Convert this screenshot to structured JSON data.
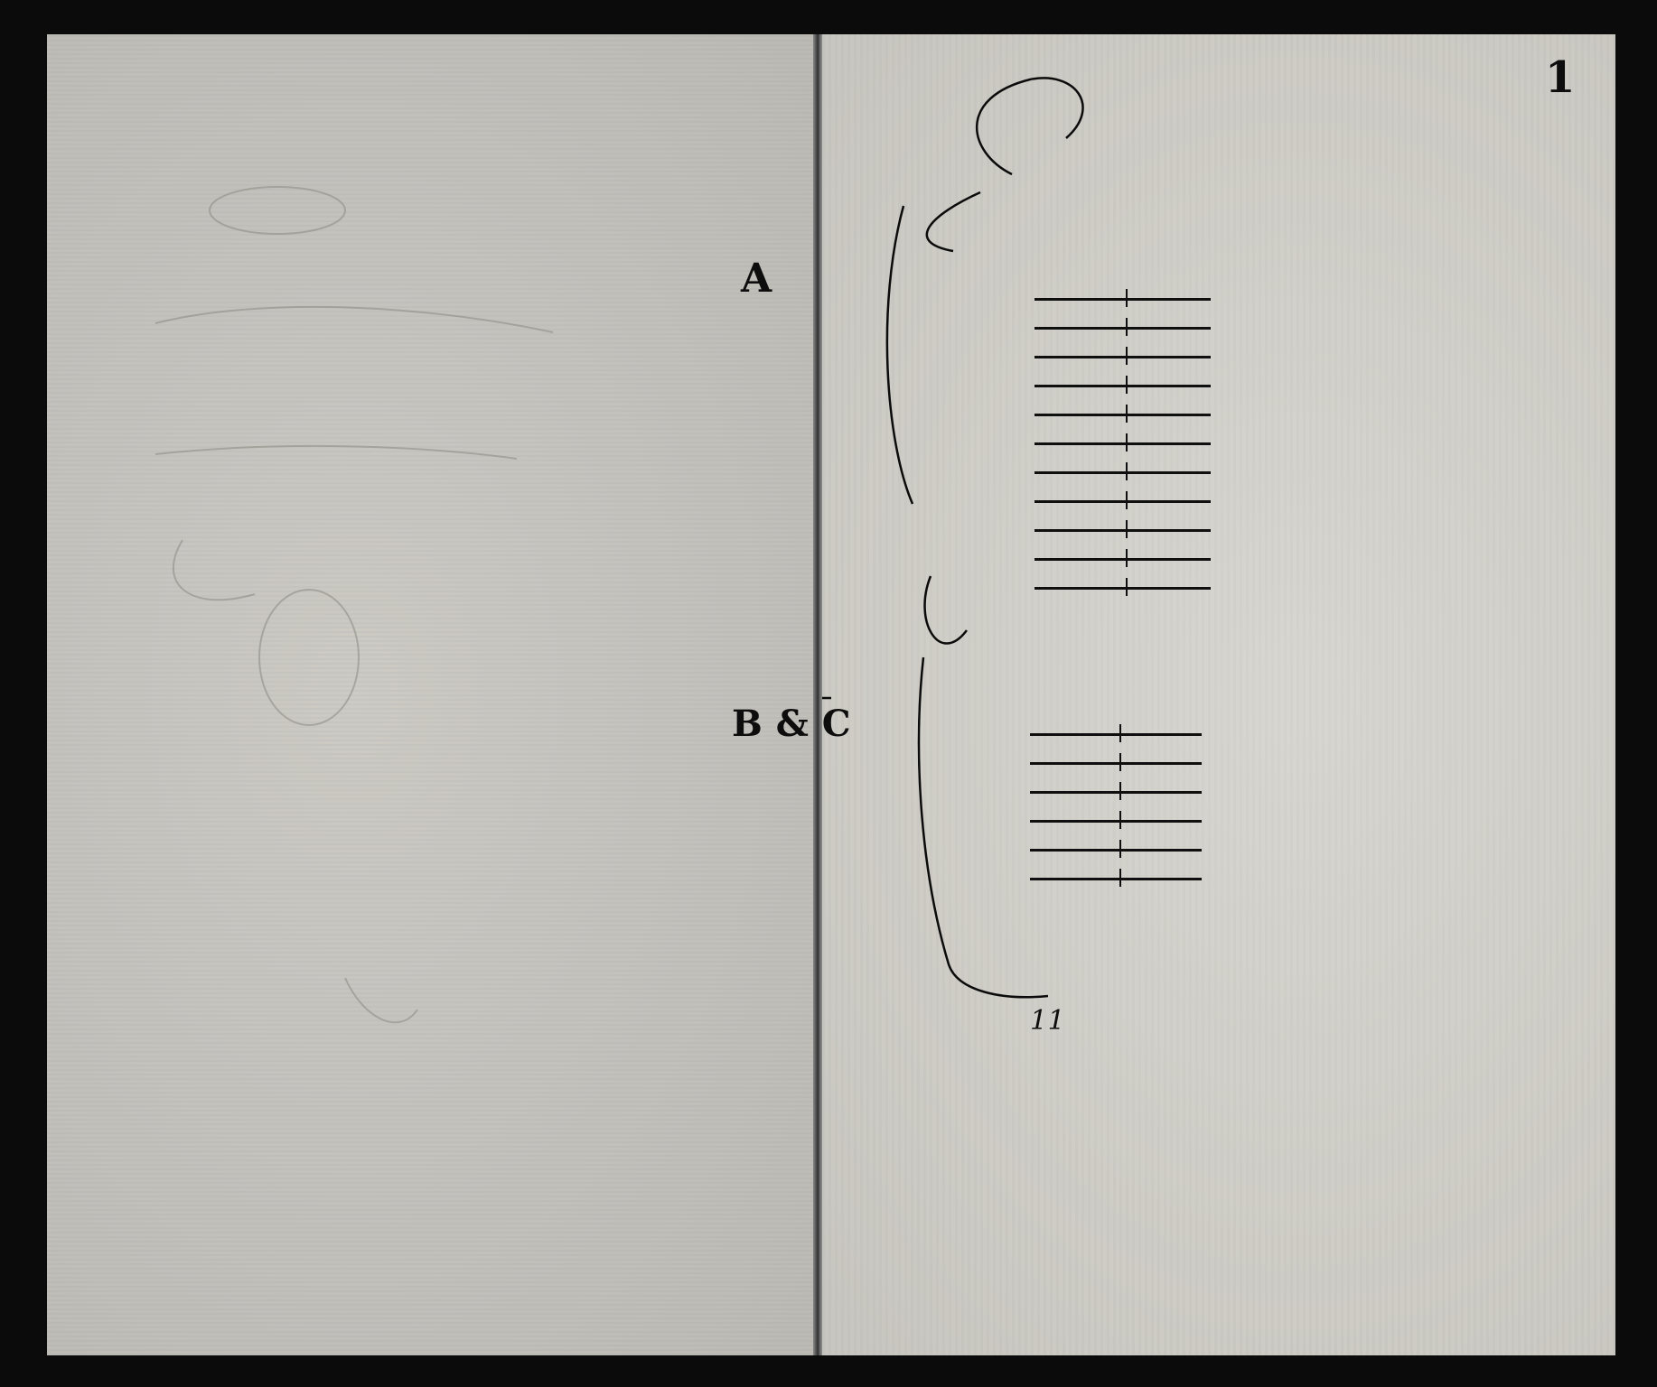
{
  "left_page": {
    "ghost_lines": [
      "",
      "",
      "",
      "",
      "",
      ""
    ]
  },
  "right_page": {
    "corner_number": "1",
    "heading": "",
    "section_a": {
      "letter": "A",
      "title_lines": [
        "",
        "",
        ""
      ],
      "rows": [
        {
          "label": "",
          "value": ""
        },
        {
          "label": "",
          "value": ""
        },
        {
          "label": "",
          "value": ""
        },
        {
          "label": "",
          "value": ""
        },
        {
          "label": "",
          "value": ""
        },
        {
          "label": "",
          "value": ""
        },
        {
          "label": "",
          "value": ""
        },
        {
          "label": "",
          "value": ""
        },
        {
          "label": "",
          "value": ""
        },
        {
          "label": "",
          "value": ""
        },
        {
          "label": "",
          "value": ""
        }
      ]
    },
    "margin_note_lines": [
      "",
      "",
      "",
      "",
      "",
      ""
    ],
    "section_bc": {
      "letters": "B & C",
      "title_lines": [
        "",
        "",
        "",
        "",
        ""
      ],
      "rows": [
        {
          "label": "",
          "value": ""
        },
        {
          "label": "",
          "value": ""
        },
        {
          "label": "",
          "value": ""
        },
        {
          "label": "",
          "value": ""
        },
        {
          "label": "",
          "value": ""
        },
        {
          "label": "",
          "value": ""
        }
      ]
    },
    "bottom_mark": "11"
  }
}
